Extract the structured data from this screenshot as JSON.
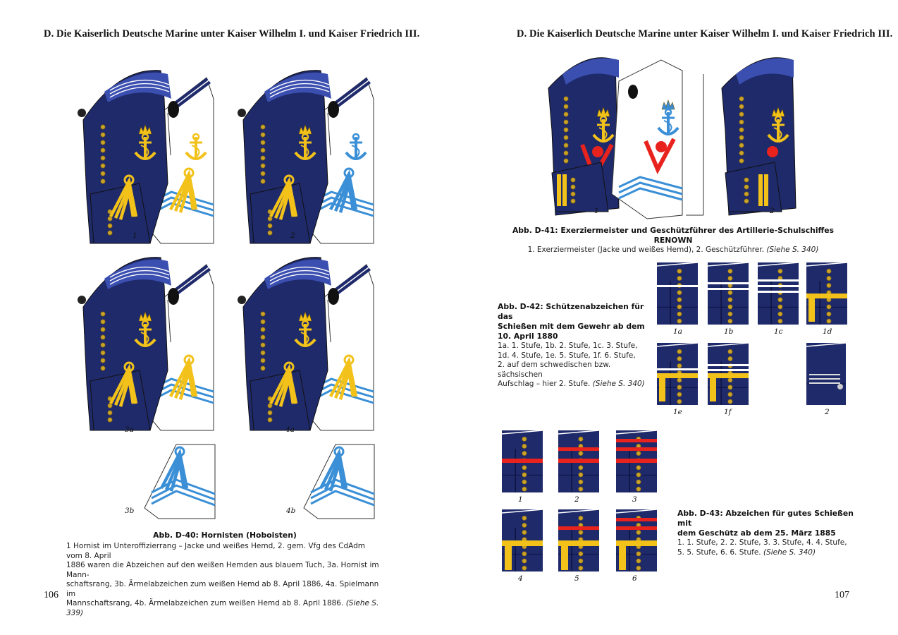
{
  "left_page": {
    "running_head": "D. Die Kaiserlich Deutsche Marine unter Kaiser Wilhelm I. und Kaiser Friedrich III.",
    "page_number": "106",
    "figure_labels": [
      "1",
      "2",
      "3a",
      "4a",
      "3b",
      "4b"
    ],
    "caption": {
      "title": "Abb. D-40: Hornisten (Hoboisten)",
      "lines": [
        "1 Hornist im Unteroffizierrang – Jacke und weißes Hemd, 2. gem. Vfg des CdAdm vom 8. April",
        "1886 waren die Abzeichen auf den weißen Hemden aus blauem Tuch, 3a. Hornist im Mann-",
        "schaftsrang, 3b. Ärmelabzeichen zum weißen Hemd ab 8. April 1886, 4a. Spielmann im",
        "Mannschaftsrang, 4b. Ärmelabzeichen zum weißen Hemd ab 8. April 1886."
      ],
      "ref": "(Siehe S. 339)"
    }
  },
  "right_page": {
    "running_head": "D. Die Kaiserlich Deutsche Marine unter Kaiser Wilhelm I. und Kaiser Friedrich III.",
    "page_number": "107",
    "d41": {
      "labels": [
        "1",
        "2"
      ],
      "title": "Abb. D-41: Exerziermeister und Geschützführer des Artillerie-Schulschiffes RENOWN",
      "body": "1. Exerziermeister (Jacke und weißes Hemd), 2. Geschützführer.",
      "ref": "(Siehe S. 340)"
    },
    "d42": {
      "labels": [
        "1a",
        "1b",
        "1c",
        "1d",
        "1e",
        "1f",
        "2"
      ],
      "title_lines": [
        "Abb. D-42: Schützenabzeichen für das",
        "Schießen mit dem Gewehr ab dem",
        "10. April 1880"
      ],
      "body_lines": [
        "1a. 1. Stufe, 1b. 2. Stufe, 1c. 3. Stufe,",
        "1d. 4. Stufe, 1e. 5. Stufe, 1f. 6. Stufe,",
        "2. auf dem schwedischen bzw. sächsischen",
        "Aufschlag – hier 2. Stufe."
      ],
      "ref": "(Siehe S. 340)"
    },
    "d43": {
      "labels": [
        "1",
        "2",
        "3",
        "4",
        "5",
        "6"
      ],
      "title_lines": [
        "Abb. D-43: Abzeichen für gutes Schießen mit",
        "dem Geschütz ab dem 25. März 1885"
      ],
      "body_lines": [
        "1. 1. Stufe, 2. 2. Stufe, 3. 3. Stufe, 4. 4. Stufe,",
        "5. 5. Stufe, 6. 6. Stufe."
      ],
      "ref": "(Siehe S. 340)"
    }
  },
  "colors": {
    "navy": "#1f2a6b",
    "gold": "#f2c21a",
    "light_blue": "#3a8fd6",
    "red": "#e8231d",
    "shirt": "#ffffff"
  }
}
